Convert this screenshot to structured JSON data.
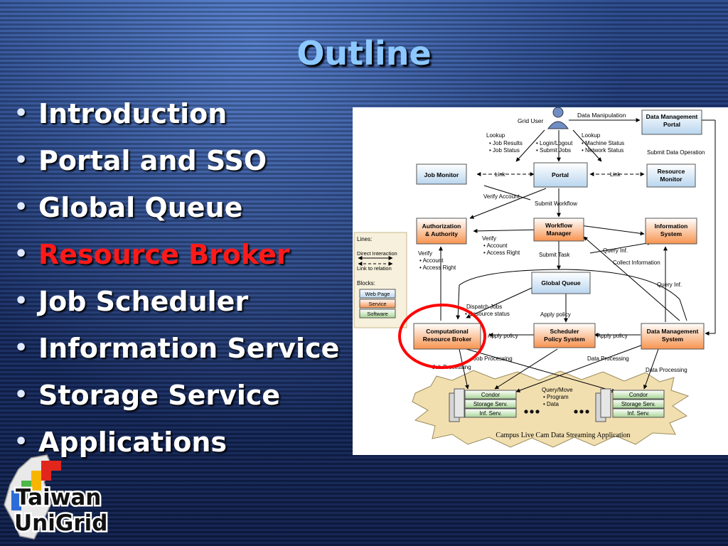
{
  "title": "Outline",
  "bullets": [
    {
      "label": "Introduction",
      "highlighted": false
    },
    {
      "label": "Portal and SSO",
      "highlighted": false
    },
    {
      "label": "Global Queue",
      "highlighted": false
    },
    {
      "label": "Resource Broker",
      "highlighted": true
    },
    {
      "label": "Job Scheduler",
      "highlighted": false
    },
    {
      "label": "Information Service",
      "highlighted": false
    },
    {
      "label": "Storage Service",
      "highlighted": false
    },
    {
      "label": "Applications",
      "highlighted": false
    }
  ],
  "colors": {
    "title": "#8cc8ff",
    "bullet_text": "#ffffff",
    "highlight": "#ff1a1a",
    "blue_block": "#cde4f7",
    "orange_block": "#f9a26a",
    "green_block": "#bfe0b3",
    "cloud": "#f2dfb0",
    "callout": "#ff0000"
  },
  "logo": {
    "line1": "Taiwan",
    "line2": "UniGrid"
  },
  "diagram": {
    "grid_user": "Grid User",
    "blocks": {
      "data_mgmt_portal": [
        "Data Management",
        "Portal"
      ],
      "job_monitor": [
        "Job Monitor"
      ],
      "portal": [
        "Portal"
      ],
      "resource_monitor": [
        "Resource",
        "Monitor"
      ],
      "authorization": [
        "Authorization",
        "& Authority"
      ],
      "workflow_manager": [
        "Workflow",
        "Manager"
      ],
      "information_system": [
        "Information",
        "System"
      ],
      "global_queue": [
        "Global Queue"
      ],
      "computational_rb": [
        "Computational",
        "Resource Broker"
      ],
      "scheduler_policy": [
        "Scheduler",
        "Policy System"
      ],
      "data_mgmt_system": [
        "Data Management",
        "System"
      ]
    },
    "labels": {
      "data_manipulation": "Data Manipulation",
      "lookup_left": [
        "Lookup",
        "• Job Results",
        "• Job Status"
      ],
      "login_logout": [
        "• Login/Logout",
        "• Submit Jobs"
      ],
      "lookup_right": [
        "Lookup",
        "• Machine Status",
        "• Network Status"
      ],
      "submit_data_operation": "Submit Data Operation",
      "link_left": "Link",
      "link_right": "Link",
      "verify_account": "Verify Account",
      "submit_workflow": "Submit Workflow",
      "verify_inner": [
        "Verify",
        "• Account",
        "• Access Right"
      ],
      "verify_outer": [
        "Verify",
        "• Account",
        "• Access Right"
      ],
      "submit_task": "Submit Task",
      "query_inf_1": "Query Inf.",
      "collect_information": "Collect Information",
      "query_inf_2": "Query Inf.",
      "dispatch_jobs": [
        "Dispatch Jobs",
        "• Resource status"
      ],
      "apply_policy_top": "Apply policy",
      "apply_policy_left": "Apply policy",
      "apply_policy_right": "Apply policy",
      "job_processing_1": "Job Processing",
      "job_processing_2": "Job Processing",
      "data_processing_1": "Data Processing",
      "data_processing_2": "Data Processing",
      "query_move": [
        "Query/Move",
        "• Program",
        "• Data"
      ],
      "campus_app": "Campus Live Cam Data Streaming Application",
      "left_stack": [
        "Condor",
        "Storage Serv.",
        "Inf. Serv."
      ],
      "right_stack": [
        "Condor",
        "Storage Serv.",
        "Inf. Serv."
      ]
    },
    "legend": {
      "lines_title": "Lines:",
      "direct": "Direct Interaction",
      "relation": "Link to relation",
      "blocks_title": "Blocks:",
      "web_page": "Web Page",
      "service": "Service",
      "software": "Software"
    }
  }
}
